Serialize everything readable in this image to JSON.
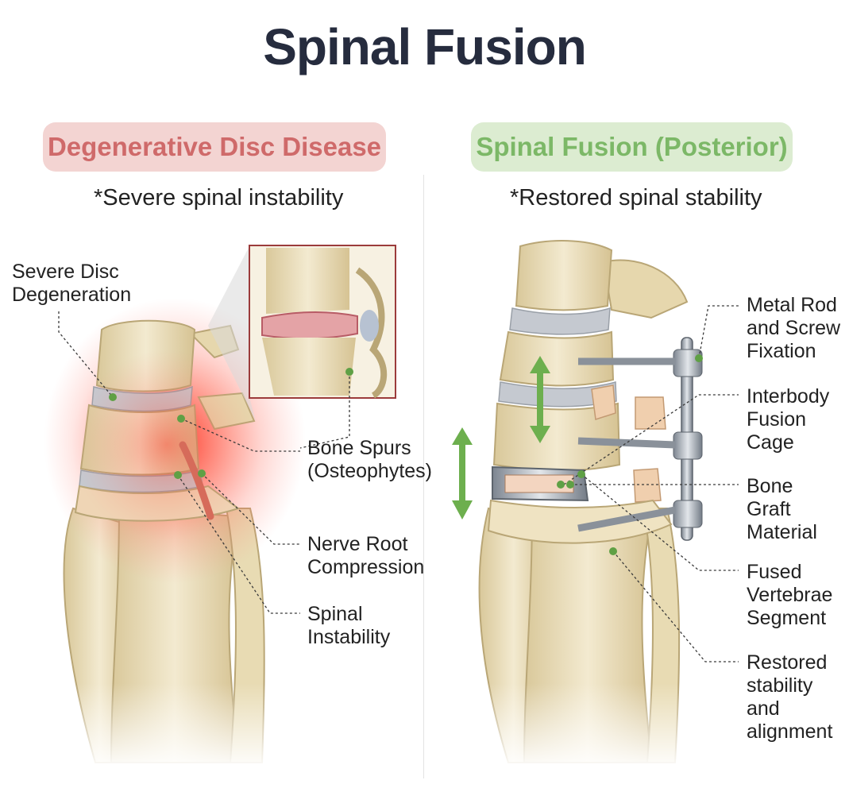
{
  "title": "Spinal Fusion",
  "left_panel": {
    "heading": "Degenerative Disc Disease",
    "subtitle": "*Severe spinal instability",
    "labels": {
      "disc": "Severe Disc\nDegeneration",
      "spurs": "Bone Spurs\n(Osteophytes)",
      "nerve": "Nerve Root\nCompression",
      "instability": "Spinal\nInstability"
    }
  },
  "right_panel": {
    "heading": "Spinal Fusion (Posterior)",
    "subtitle": "*Restored spinal stability",
    "labels": {
      "rod": "Metal Rod\nand Screw\nFixation",
      "cage": "Interbody\nFusion\nCage",
      "graft": "Bone\nGraft\nMaterial",
      "fused": "Fused\nVertebrae\nSegment",
      "restored": "Restored\nstability\nand\nalignment"
    }
  },
  "colors": {
    "title": "#262c3e",
    "left_accent": "#cf6a6a",
    "left_pill": "#f3d4d2",
    "right_accent": "#7cb867",
    "right_pill": "#dcecd1",
    "bone": "#ede1bd",
    "marker": "#5fa045"
  }
}
